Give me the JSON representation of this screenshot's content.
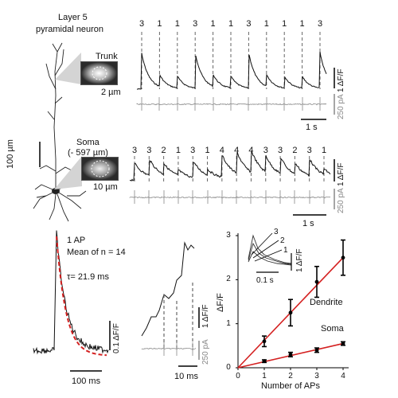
{
  "neuron": {
    "title_line1": "Layer 5",
    "title_line2": "pyramidal neuron",
    "scale_label": "100 µm"
  },
  "trunk": {
    "label": "Trunk",
    "scale_label": "2 µm",
    "ap_counts": [
      "3",
      "1",
      "1",
      "3",
      "1",
      "1",
      "3",
      "1",
      "1",
      "1",
      "3"
    ],
    "df_scale": "1 ΔF/F",
    "current_scale": "250 pA",
    "time_scale": "1 s"
  },
  "soma": {
    "label": "Soma",
    "depth": "(- 597 µm)",
    "scale_label": "10 µm",
    "ap_counts": [
      "3",
      "3",
      "2",
      "1",
      "3",
      "1",
      "4",
      "4",
      "4",
      "3",
      "3",
      "2",
      "3",
      "1"
    ],
    "df_scale": "1 ΔF/F",
    "current_scale": "250 pA",
    "time_scale": "1 s"
  },
  "single_ap": {
    "title": "1 AP",
    "mean_label": "Mean of n = 14",
    "tau_label": "τ= 21.9 ms",
    "df_scale": "0.1 ΔF/F",
    "time_scale": "100 ms",
    "fit_color": "#d42020"
  },
  "zoom": {
    "df_scale": "1 ΔF/F",
    "current_scale": "250 pA",
    "time_scale": "10 ms"
  },
  "chart_data": {
    "type": "scatter",
    "xlabel": "Number of APs",
    "ylabel": "ΔF/F",
    "xlim": [
      0,
      4
    ],
    "ylim": [
      0,
      3
    ],
    "xticks": [
      "0",
      "1",
      "2",
      "3",
      "4"
    ],
    "yticks": [
      "0",
      "1",
      "2",
      "3"
    ],
    "series": [
      {
        "name": "Dendrite",
        "x": [
          1,
          2,
          3,
          4
        ],
        "y": [
          0.6,
          1.25,
          1.95,
          2.5
        ],
        "err": [
          0.12,
          0.3,
          0.35,
          0.4
        ],
        "fit": [
          0,
          2.5
        ]
      },
      {
        "name": "Soma",
        "x": [
          1,
          2,
          3,
          4
        ],
        "y": [
          0.15,
          0.3,
          0.4,
          0.55
        ],
        "err": [
          0.03,
          0.05,
          0.05,
          0.04
        ],
        "fit": [
          0,
          0.55
        ]
      }
    ],
    "fit_color": "#d42020",
    "inset": {
      "labels": [
        "3",
        "2",
        "1"
      ],
      "df_scale": "1 ΔF/F",
      "time_scale": "0.1 s"
    }
  }
}
